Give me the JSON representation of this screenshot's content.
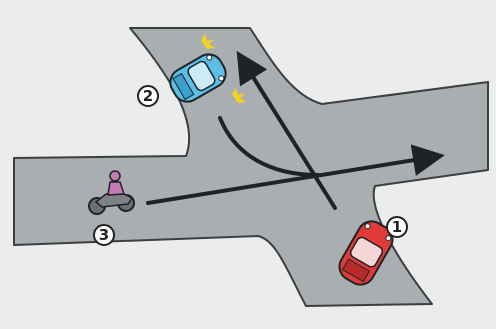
{
  "scene": {
    "labels": {
      "red_car": "1",
      "blue_car": "2",
      "motorcycle": "3"
    },
    "colors": {
      "background": "#ececec",
      "road": "#a9aeb1",
      "road_outline": "#3b3f42",
      "arrow": "#1f2326",
      "red_car": "#e03a3a",
      "blue_car": "#5bbfe6",
      "indicator_light": "#f5d21d",
      "motorcycle_body": "#6b6f74",
      "rider": "#c47ab4"
    },
    "icons": [
      "red-car-icon",
      "blue-car-icon",
      "motorcycle-icon",
      "indicator-light-icon",
      "arrow-icon"
    ]
  }
}
